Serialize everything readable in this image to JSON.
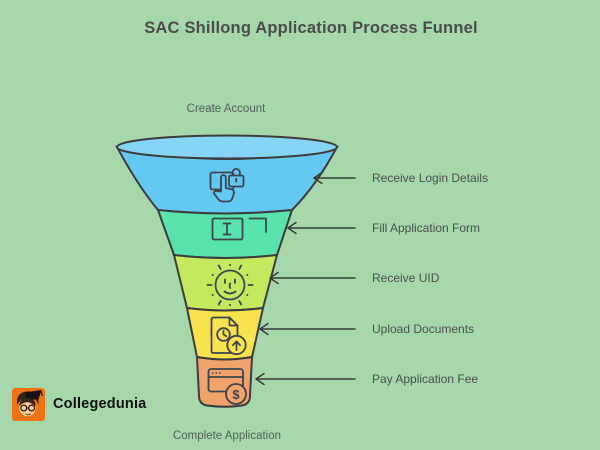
{
  "title": "SAC Shillong Application Process Funnel",
  "funnel": {
    "top_label": "Create Account",
    "bottom_label": "Complete Application",
    "rim_color": "#85d6f6",
    "stages": [
      {
        "label": "Receive Login Details",
        "color": "#63c8f2",
        "icon": "login-tap-lock-icon"
      },
      {
        "label": "Fill Application Form",
        "color": "#58e3ac",
        "icon": "text-input-icon"
      },
      {
        "label": "Receive UID",
        "color": "#c5e95e",
        "icon": "smiley-sun-icon"
      },
      {
        "label": "Upload Documents",
        "color": "#f8e24e",
        "icon": "upload-document-icon"
      },
      {
        "label": "Pay Application Fee",
        "color": "#f0a46b",
        "icon": "pay-window-dollar-icon"
      }
    ]
  },
  "branding": {
    "logo_text": "Collegedunia",
    "logo_bg": "#f47310"
  },
  "icons": {
    "pay_glyph": "$"
  },
  "colors": {
    "background": "#a5d7ab",
    "outline": "#3d3d3d",
    "icon_stroke": "#3c464e",
    "arrow": "#3b3b3b",
    "title_text": "#4c4c4c",
    "stage_label_text": "#4f4f4f",
    "endpoint_label_text": "#56615a"
  }
}
